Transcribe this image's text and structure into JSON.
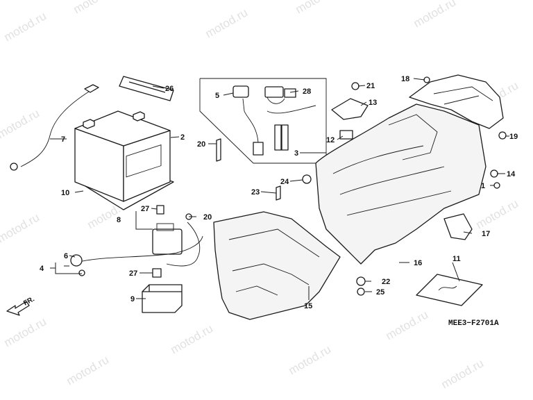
{
  "watermark": "motod.ru",
  "diagram_code": "MEE3−F2701A",
  "direction_label": "FR.",
  "callouts": {
    "c1": "1",
    "c2": "2",
    "c3": "3",
    "c4": "4",
    "c5": "5",
    "c6": "6",
    "c7": "7",
    "c8": "8",
    "c9": "9",
    "c10": "10",
    "c11": "11",
    "c12": "12",
    "c13": "13",
    "c14": "14",
    "c15": "15",
    "c16": "16",
    "c17": "17",
    "c18": "18",
    "c19": "19",
    "c20a": "20",
    "c20b": "20",
    "c21": "21",
    "c22": "22",
    "c23": "23",
    "c24": "24",
    "c25": "25",
    "c26": "26",
    "c27a": "27",
    "c27b": "27",
    "c28": "28"
  }
}
